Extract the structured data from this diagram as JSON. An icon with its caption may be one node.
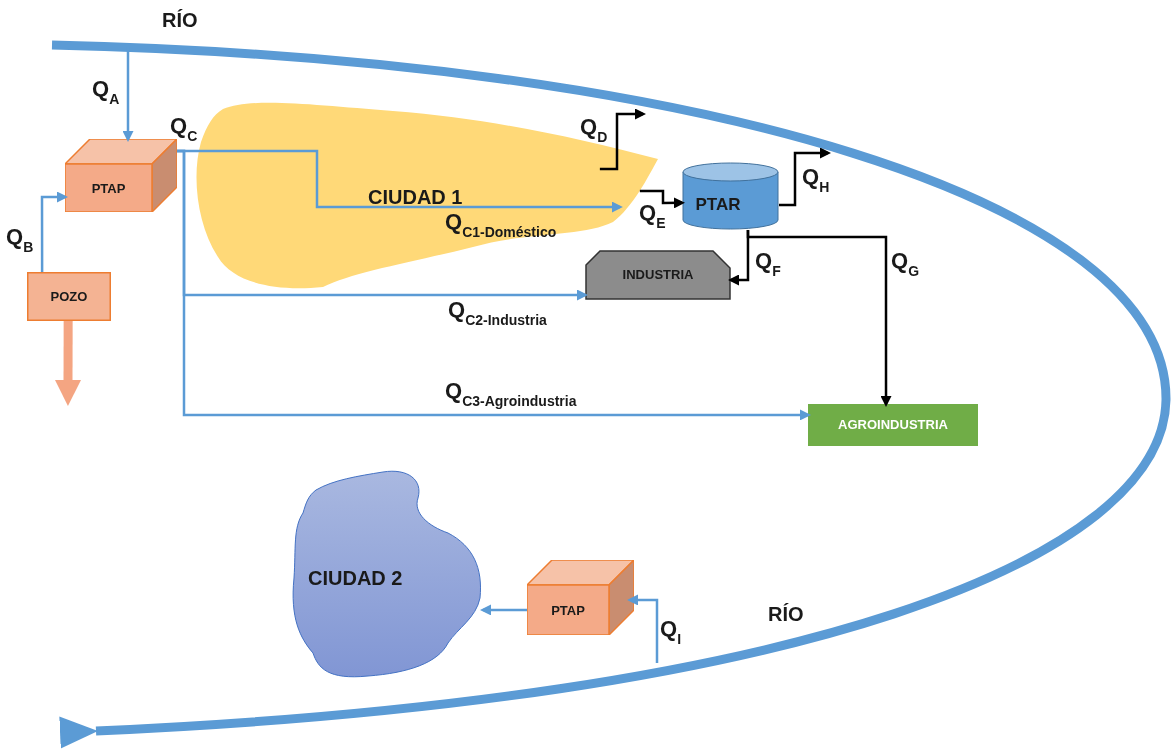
{
  "diagram": {
    "nodes": [
      {
        "text": [
          "PTAP"
        ]
      },
      {
        "text": [
          "POZO"
        ]
      },
      {
        "text": [
          "CIUDAD 1"
        ]
      },
      {
        "text": [
          "PTAR"
        ]
      },
      {
        "text": [
          "INDUSTRIA"
        ]
      },
      {
        "text": [
          "AGROINDUSTRIA"
        ]
      },
      {
        "text": [
          "CIUDAD 2"
        ]
      },
      {
        "text": [
          "PTAP"
        ]
      }
    ],
    "edges": [
      {
        "from": null,
        "to": 0,
        "arrow": "to",
        "label": "Q$_{A}$"
      },
      {
        "from": 1,
        "to": 0,
        "arrow": "to",
        "label": "Q$_{B}$"
      },
      {
        "from": 0,
        "to": 2,
        "arrow": "to",
        "label": "Q$_{C1-Doméstico}$"
      },
      {
        "from": 0,
        "to": 4,
        "arrow": "to",
        "label": "Q$_{C2-Industria}$"
      },
      {
        "from": 0,
        "to": 5,
        "arrow": "to",
        "label": "Q$_{C3-Agroindustria}$"
      },
      {
        "from": 1,
        "to": null,
        "arrow": "to",
        "style": "thick",
        "color": "#f4a582"
      },
      {
        "from": 2,
        "to": null,
        "arrow": "to",
        "label": "Q$_{D}$",
        "color": "#000000"
      },
      {
        "from": 2,
        "to": 3,
        "arrow": "to",
        "label": "Q$_{E}$",
        "color": "#000000"
      },
      {
        "from": 3,
        "to": null,
        "arrow": "to",
        "label": "Q$_{H}$",
        "color": "#000000"
      },
      {
        "from": 3,
        "to": 4,
        "arrow": "to",
        "label": "Q$_{F}$",
        "color": "#000000"
      },
      {
        "from": 3,
        "to": 5,
        "arrow": "to",
        "label": "Q$_{G}$",
        "color": "#000000"
      },
      {
        "from": 7,
        "to": 6,
        "arrow": "to"
      },
      {
        "from": null,
        "to": 7,
        "arrow": "to",
        "label": "Q$_{I}$"
      }
    ],
    "labels": [
      "RÍO",
      "Q$_{C}$",
      "RÍO"
    ]
  }
}
